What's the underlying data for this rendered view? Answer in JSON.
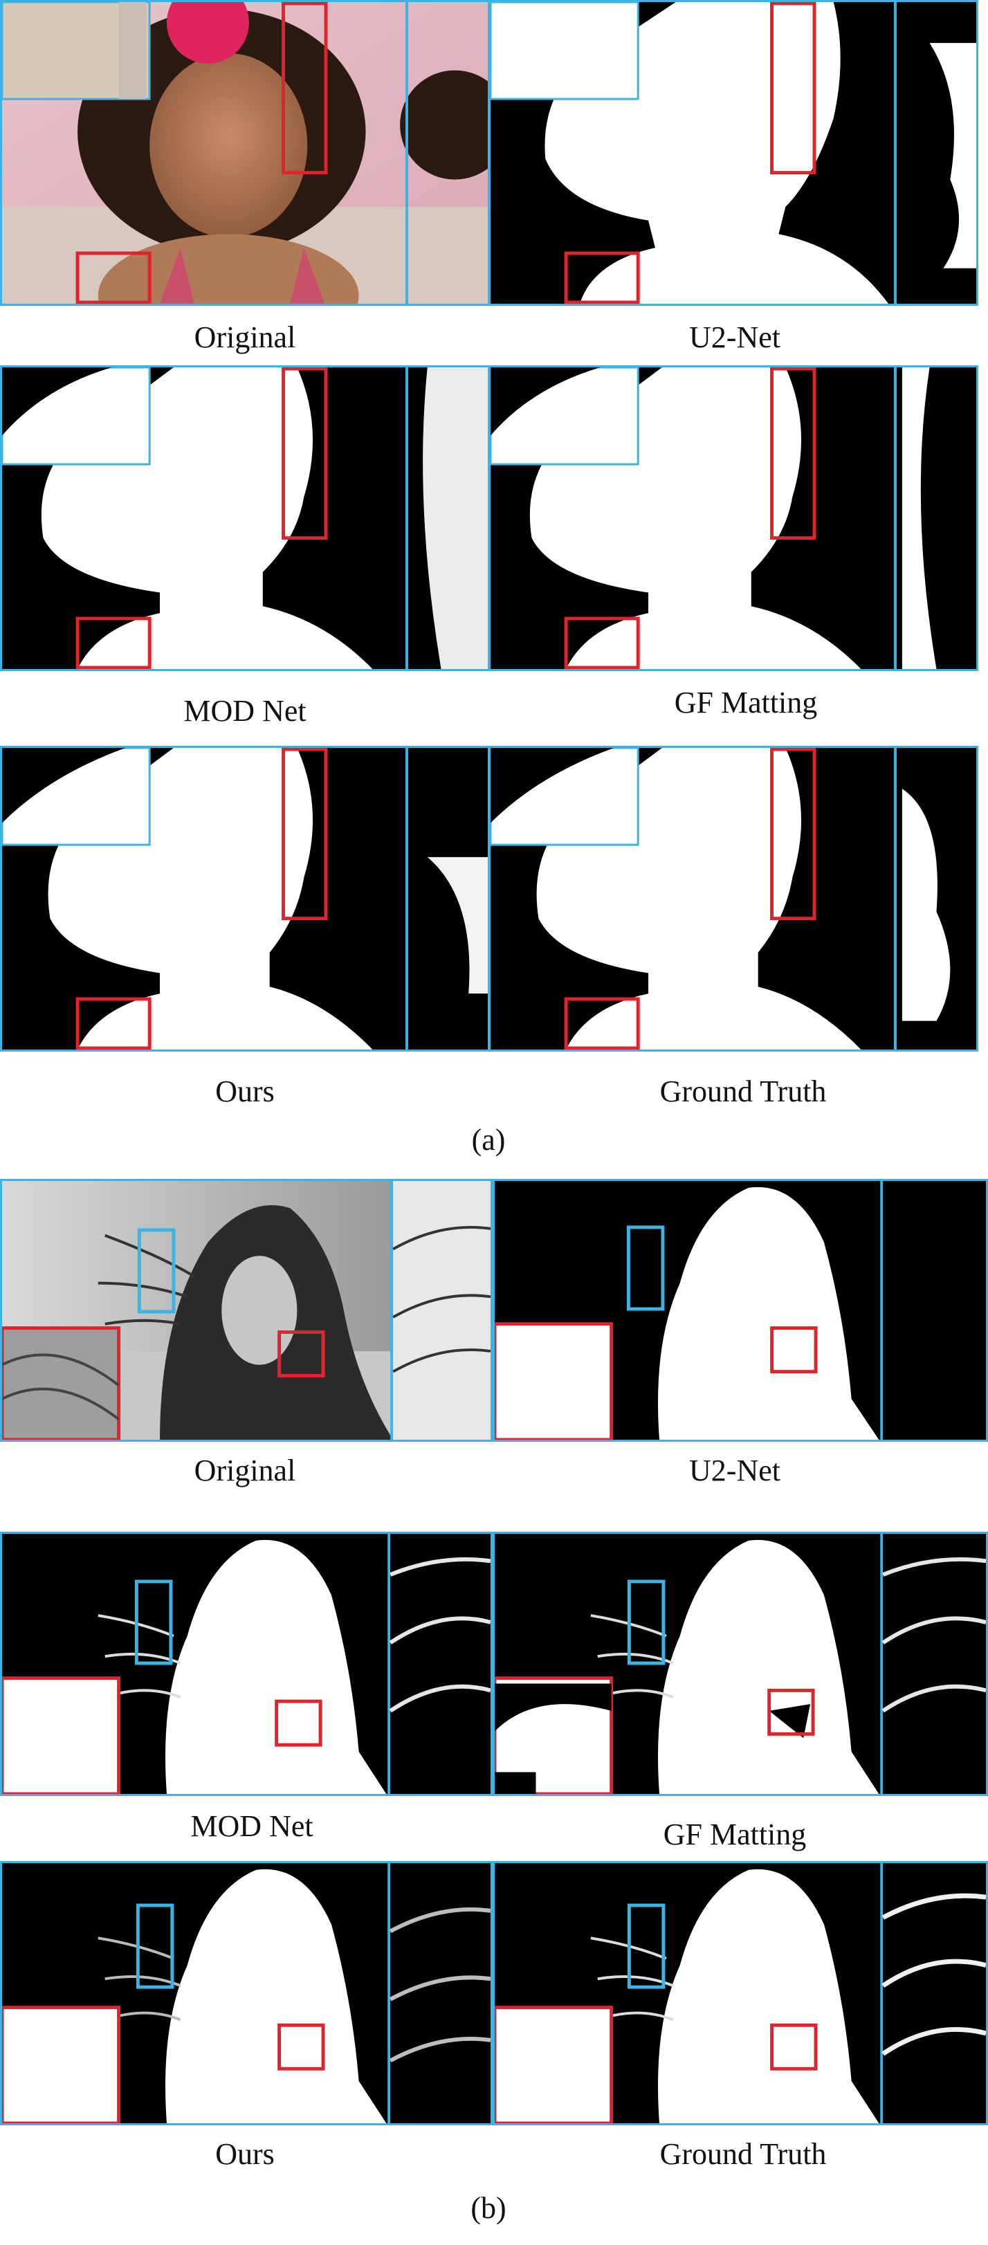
{
  "figure_a": {
    "label": "(a)",
    "captions": {
      "original": "Original",
      "u2net": "U2-Net",
      "modnet": "MOD Net",
      "gfmatting": "GF Matting",
      "ours": "Ours",
      "ground_truth": "Ground Truth"
    }
  },
  "figure_b": {
    "label": "(b)",
    "captions": {
      "original": "Original",
      "u2net": "U2-Net",
      "modnet": "MOD Net",
      "gfmatting": "GF Matting",
      "ours": "Ours",
      "ground_truth": "Ground Truth"
    }
  },
  "colors": {
    "inset_border": "#3bb3e4",
    "highlight_box": "#e0242b",
    "matte_fg": "#ffffff",
    "matte_bg": "#000000"
  }
}
